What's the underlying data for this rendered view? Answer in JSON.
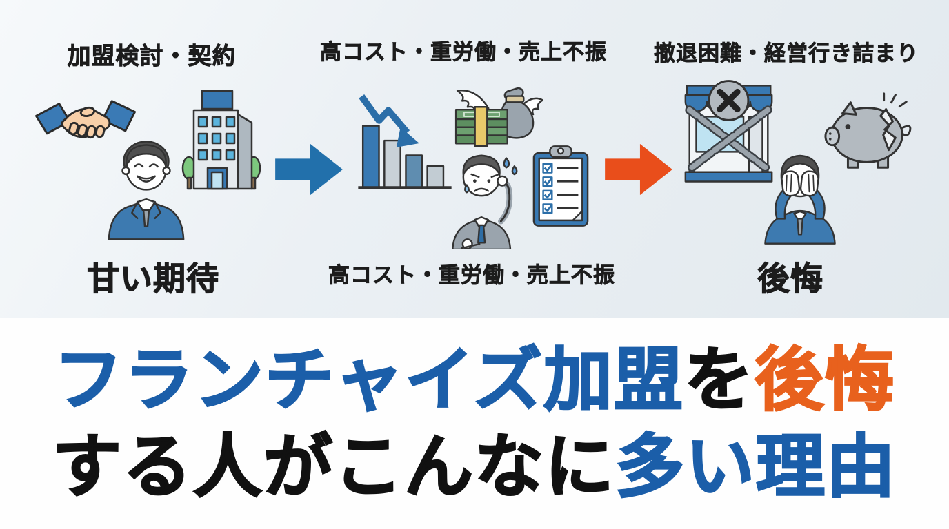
{
  "colors": {
    "top_background": "#e9eef2",
    "arrow_blue": "#2270ab",
    "arrow_orange": "#e94e1b",
    "title_blue": "#1b5ea9",
    "title_orange": "#e8611d",
    "title_black": "#111111"
  },
  "flow": {
    "stages": [
      {
        "id": "consideration",
        "top_label": "加盟検討・契約",
        "bottom_label": "甘い期待",
        "icons": [
          "handshake-icon",
          "smiling-businessman-icon",
          "office-building-icon"
        ]
      },
      {
        "id": "struggle",
        "top_label": "高コスト・重労働・売上不振",
        "bottom_label": "高コスト・重労働・売上不振",
        "icons": [
          "declining-bar-chart-icon",
          "flying-money-icon",
          "worried-businessman-icon",
          "checklist-icon"
        ]
      },
      {
        "id": "regret",
        "top_label": "撤退困難・経営行き詰まり",
        "bottom_label": "後悔",
        "icons": [
          "closed-store-icon",
          "despairing-businessman-icon",
          "broken-piggy-bank-icon"
        ]
      }
    ],
    "arrows": [
      {
        "direction": "right",
        "color": "#2270ab"
      },
      {
        "direction": "right",
        "color": "#e94e1b"
      }
    ]
  },
  "headline": {
    "line1": [
      {
        "text": "フランチャイズ加盟",
        "color": "#1b5ea9"
      },
      {
        "text": "を",
        "color": "#111111"
      },
      {
        "text": "後悔",
        "color": "#e8611d"
      }
    ],
    "line2": [
      {
        "text": "する人がこんなに",
        "color": "#111111"
      },
      {
        "text": "多い理由",
        "color": "#1b5ea9"
      }
    ]
  }
}
